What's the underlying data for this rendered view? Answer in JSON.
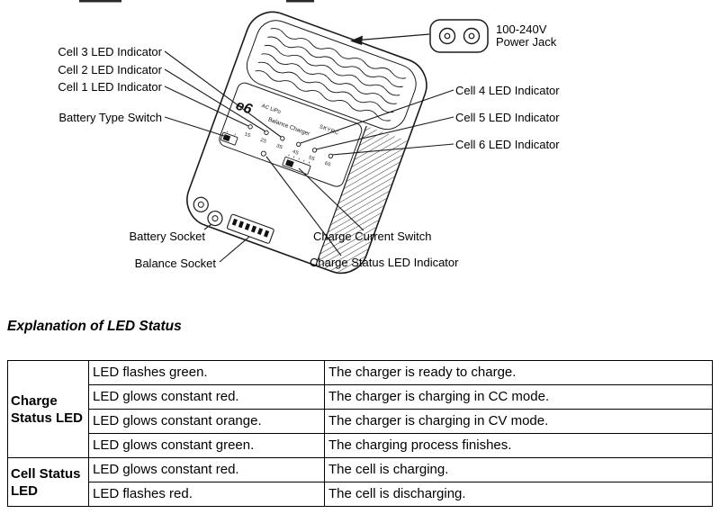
{
  "diagram": {
    "device": {
      "logo": "e6",
      "line1_left": "AC LiPo",
      "brand": "SKYRC",
      "line2": "Balance Charger",
      "cell_labels": [
        "1S",
        "2S",
        "3S",
        "4S",
        "5S",
        "6S"
      ]
    },
    "labels": {
      "cell3": "Cell 3 LED Indicator",
      "cell2": "Cell 2 LED Indicator",
      "cell1": "Cell 1 LED Indicator",
      "battery_type": "Battery Type Switch",
      "cell4": "Cell 4 LED Indicator",
      "cell5": "Cell 5 LED Indicator",
      "cell6": "Cell 6 LED Indicator",
      "power_jack_line1": "100-240V",
      "power_jack_line2": "Power Jack",
      "battery_socket": "Battery Socket",
      "balance_socket": "Balance Socket",
      "charge_current_switch": "Charge Current Switch",
      "charge_status_led": "Charge Status LED Indicator"
    }
  },
  "section": {
    "title": "Explanation of LED Status"
  },
  "table": {
    "groups": [
      {
        "label": "Charge Status LED"
      },
      {
        "label": "Cell Status LED"
      }
    ],
    "rows": [
      {
        "led": "LED flashes green.",
        "meaning": "The charger is ready to charge."
      },
      {
        "led": "LED glows constant red.",
        "meaning": "The charger is charging in CC mode."
      },
      {
        "led": "LED glows constant orange.",
        "meaning": "The charger is charging in CV mode."
      },
      {
        "led": "LED glows constant green.",
        "meaning": "The charging process finishes."
      },
      {
        "led": "LED glows constant red.",
        "meaning": "The cell is charging."
      },
      {
        "led": "LED flashes red.",
        "meaning": "The cell is discharging."
      }
    ]
  }
}
